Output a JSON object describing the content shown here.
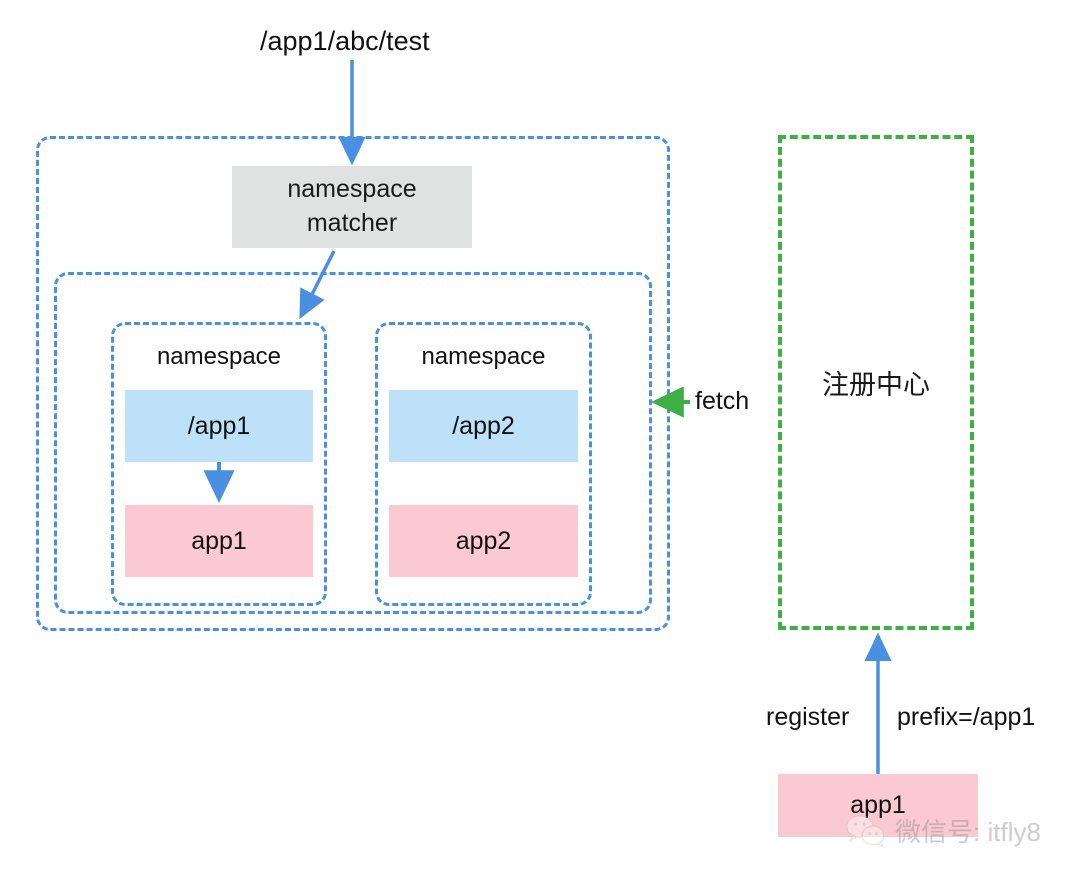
{
  "diagram": {
    "title_path": "/app1/abc/test",
    "gateway": {
      "matcher_box": {
        "line1": "namespace",
        "line2": "matcher"
      },
      "namespaces": [
        {
          "title": "namespace",
          "prefix_label": "/app1",
          "service_label": "app1",
          "has_link_arrow": true
        },
        {
          "title": "namespace",
          "prefix_label": "/app2",
          "service_label": "app2",
          "has_link_arrow": false
        }
      ]
    },
    "fetch_label": "fetch",
    "registry": {
      "label": "注册中心"
    },
    "register_label": "register",
    "prefix_label": "prefix=/app1",
    "provider_box": {
      "label": "app1"
    },
    "watermark": {
      "text": "微信号: itfly8",
      "icon": "wechat-icon"
    },
    "colors": {
      "arrow_blue": "#4a90e2",
      "arrow_green": "#3cb043",
      "dashed_blue": "#4a90e2",
      "dashed_green": "#3cb043",
      "band_blue": "#bde1f8",
      "band_pink": "#fbc9d1",
      "box_grey": "#e0e2e1",
      "text": "#111111"
    }
  }
}
